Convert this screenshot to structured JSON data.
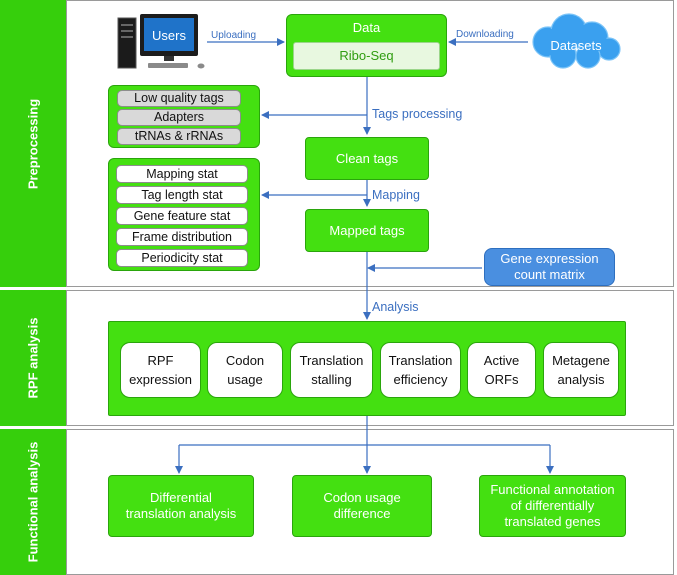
{
  "sections": {
    "preprocessing": "Preprocessing",
    "rpf": "RPF analysis",
    "functional": "Functional analysis"
  },
  "users": "Users",
  "uploading": "Uploading",
  "data": {
    "title": "Data",
    "item": "Ribo-Seq"
  },
  "downloading": "Downloading",
  "datasets": "Datasets",
  "filters": [
    "Low quality tags",
    "Adapters",
    "tRNAs & rRNAs"
  ],
  "tags_processing": "Tags processing",
  "clean_tags": "Clean tags",
  "stats": [
    "Mapping  stat",
    "Tag length stat",
    "Gene feature stat",
    "Frame distribution",
    "Periodicity stat"
  ],
  "mapping": "Mapping",
  "mapped_tags": "Mapped tags",
  "gene_expr": {
    "line1": "Gene expression",
    "line2": "count  matrix"
  },
  "analysis": "Analysis",
  "rpf_modules": [
    {
      "line1": "RPF",
      "line2": "expression"
    },
    {
      "line1": "Codon",
      "line2": "usage"
    },
    {
      "line1": "Translation",
      "line2": "stalling"
    },
    {
      "line1": "Translation",
      "line2": "efficiency"
    },
    {
      "line1": "Active",
      "line2": "ORFs"
    },
    {
      "line1": "Metagene",
      "line2": "analysis"
    }
  ],
  "functional_modules": [
    {
      "line1": "Differential",
      "line2": "translation analysis",
      "line3": ""
    },
    {
      "line1": "Codon usage",
      "line2": "difference",
      "line3": ""
    },
    {
      "line1": "Functional annotation",
      "line2": "of differentially",
      "line3": "translated genes"
    }
  ],
  "colors": {
    "green": "#44e011",
    "sidebar": "#36cf0c",
    "arrow": "#3b6fc0",
    "cloud": "#3aa0ef",
    "gene_box": "#4a8fe0"
  }
}
